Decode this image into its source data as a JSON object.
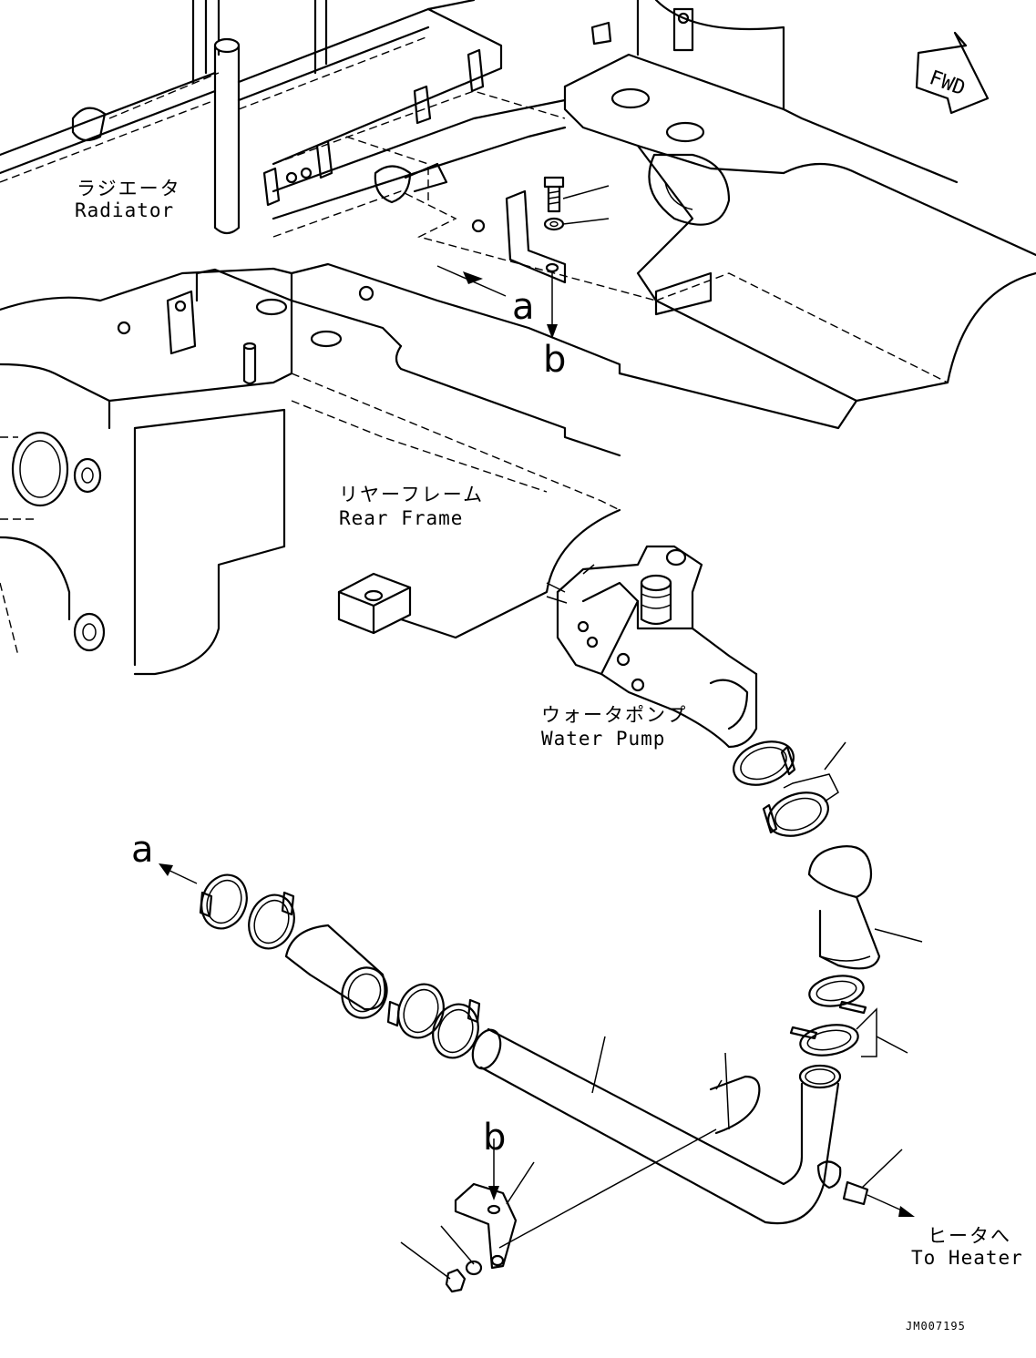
{
  "labels": {
    "radiator_jp": "ラジエータ",
    "radiator_en": "Radiator",
    "rear_frame_jp": "リヤーフレーム",
    "rear_frame_en": "Rear Frame",
    "water_pump_jp": "ウォータポンプ",
    "water_pump_en": "Water Pump",
    "heater_jp": "ヒータへ",
    "heater_en": "To Heater",
    "fwd": "FWD",
    "ref_a": "a",
    "ref_b": "b",
    "drawing_code": "JM007195"
  }
}
